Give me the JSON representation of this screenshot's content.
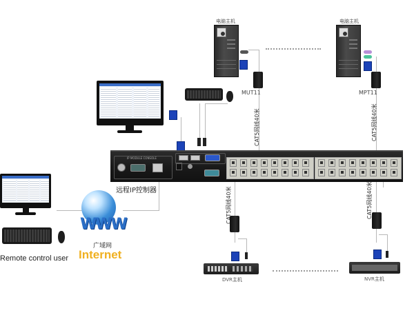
{
  "diagram": {
    "title": "KVM over IP remote control topology",
    "hosts": [
      {
        "id": "host-1",
        "label": "电脑主机",
        "adapter": "MUT11"
      },
      {
        "id": "host-2",
        "label": "电脑主机",
        "adapter": "MPT11"
      }
    ],
    "cable_label": "CAT5网线40米",
    "kvm_switch": {
      "label": "远程IP控制器",
      "front_panel_text": "IP MODULE CONSOLE",
      "port_groups": 2,
      "ports_per_group": 16
    },
    "local_console": {
      "devices": [
        "monitor",
        "keyboard",
        "mouse"
      ]
    },
    "internet": {
      "cn_label": "广域网",
      "en_label": "Internet",
      "logo_text": "WWW"
    },
    "remote_user": {
      "label": "Remote control user"
    },
    "recorders": [
      {
        "id": "dvr",
        "label": "DVR主机"
      },
      {
        "id": "nvr",
        "label": "NVR主机"
      }
    ],
    "colors": {
      "internet_text": "#f0b020",
      "vga_connector": "#1c43b8",
      "cable_line": "#b8b8b8"
    }
  }
}
